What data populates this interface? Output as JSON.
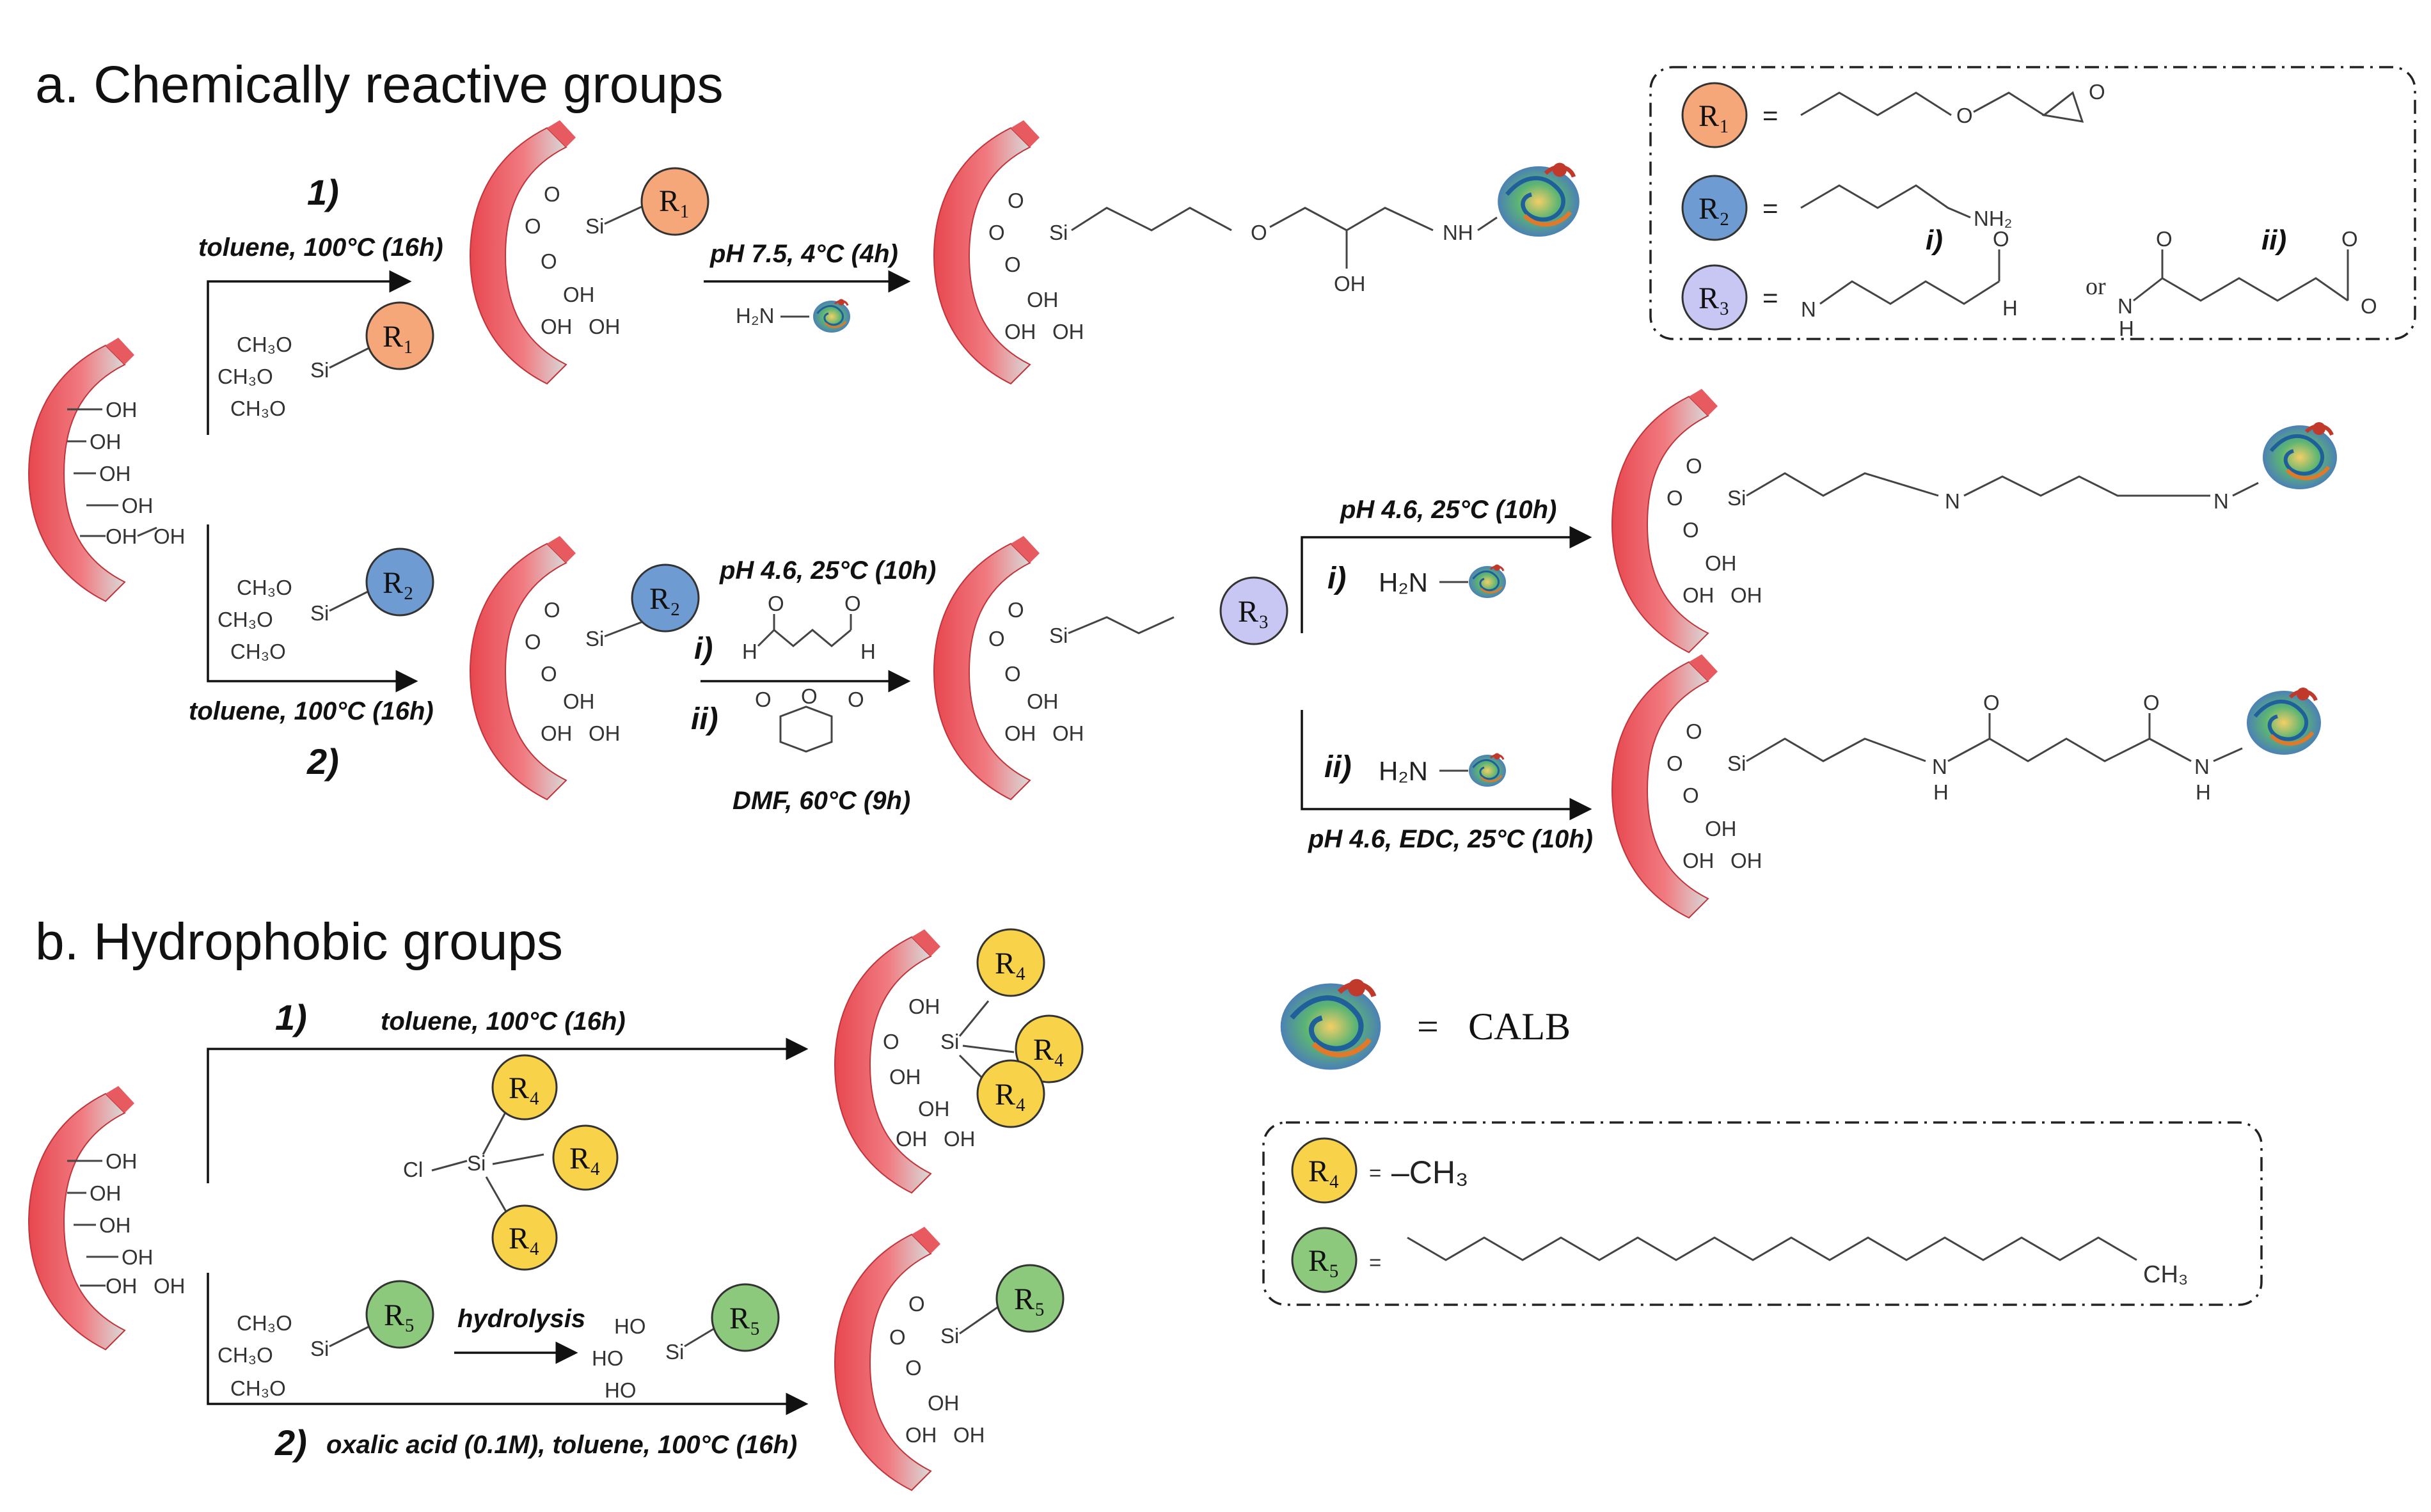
{
  "sections": {
    "a_title": "a. Chemically reactive groups",
    "b_title": "b. Hydrophobic groups"
  },
  "route_numbers": {
    "one": "1)",
    "two": "2)",
    "i": "i)",
    "ii": "ii)"
  },
  "conditions": {
    "toluene": "toluene, 100°C (16h)",
    "ph75": "pH 7.5, 4°C (4h)",
    "ph46": "pH 4.6, 25°C (10h)",
    "dmf": "DMF, 60°C (9h)",
    "edc": "pH 4.6, EDC, 25°C (10h)",
    "hydrolysis": "hydrolysis",
    "oxalic": "oxalic acid (0.1M), toluene, 100°C (16h)"
  },
  "atoms": {
    "OH": "OH",
    "O": "O",
    "Si": "Si",
    "NH": "NH",
    "N": "N",
    "H": "H",
    "Cl": "Cl",
    "HO": "HO",
    "CH3O": "CH₃O",
    "H2N": "H₂N",
    "NH2": "NH₂",
    "CH3": "CH₃",
    "minus_CH3": "–CH₃",
    "eq": "=",
    "or": "or"
  },
  "groups": {
    "R1": "R₁",
    "R2": "R₂",
    "R3": "R₃",
    "R4": "R₄",
    "R5": "R₅"
  },
  "legend": {
    "calb_eq": "=",
    "calb": "CALB"
  },
  "colors": {
    "R1": "#f6a77a",
    "R2": "#6f9bd3",
    "R3": "#c8c6f2",
    "R4": "#f8d34a",
    "R5": "#8cc97c",
    "silica": "#e8474f"
  }
}
